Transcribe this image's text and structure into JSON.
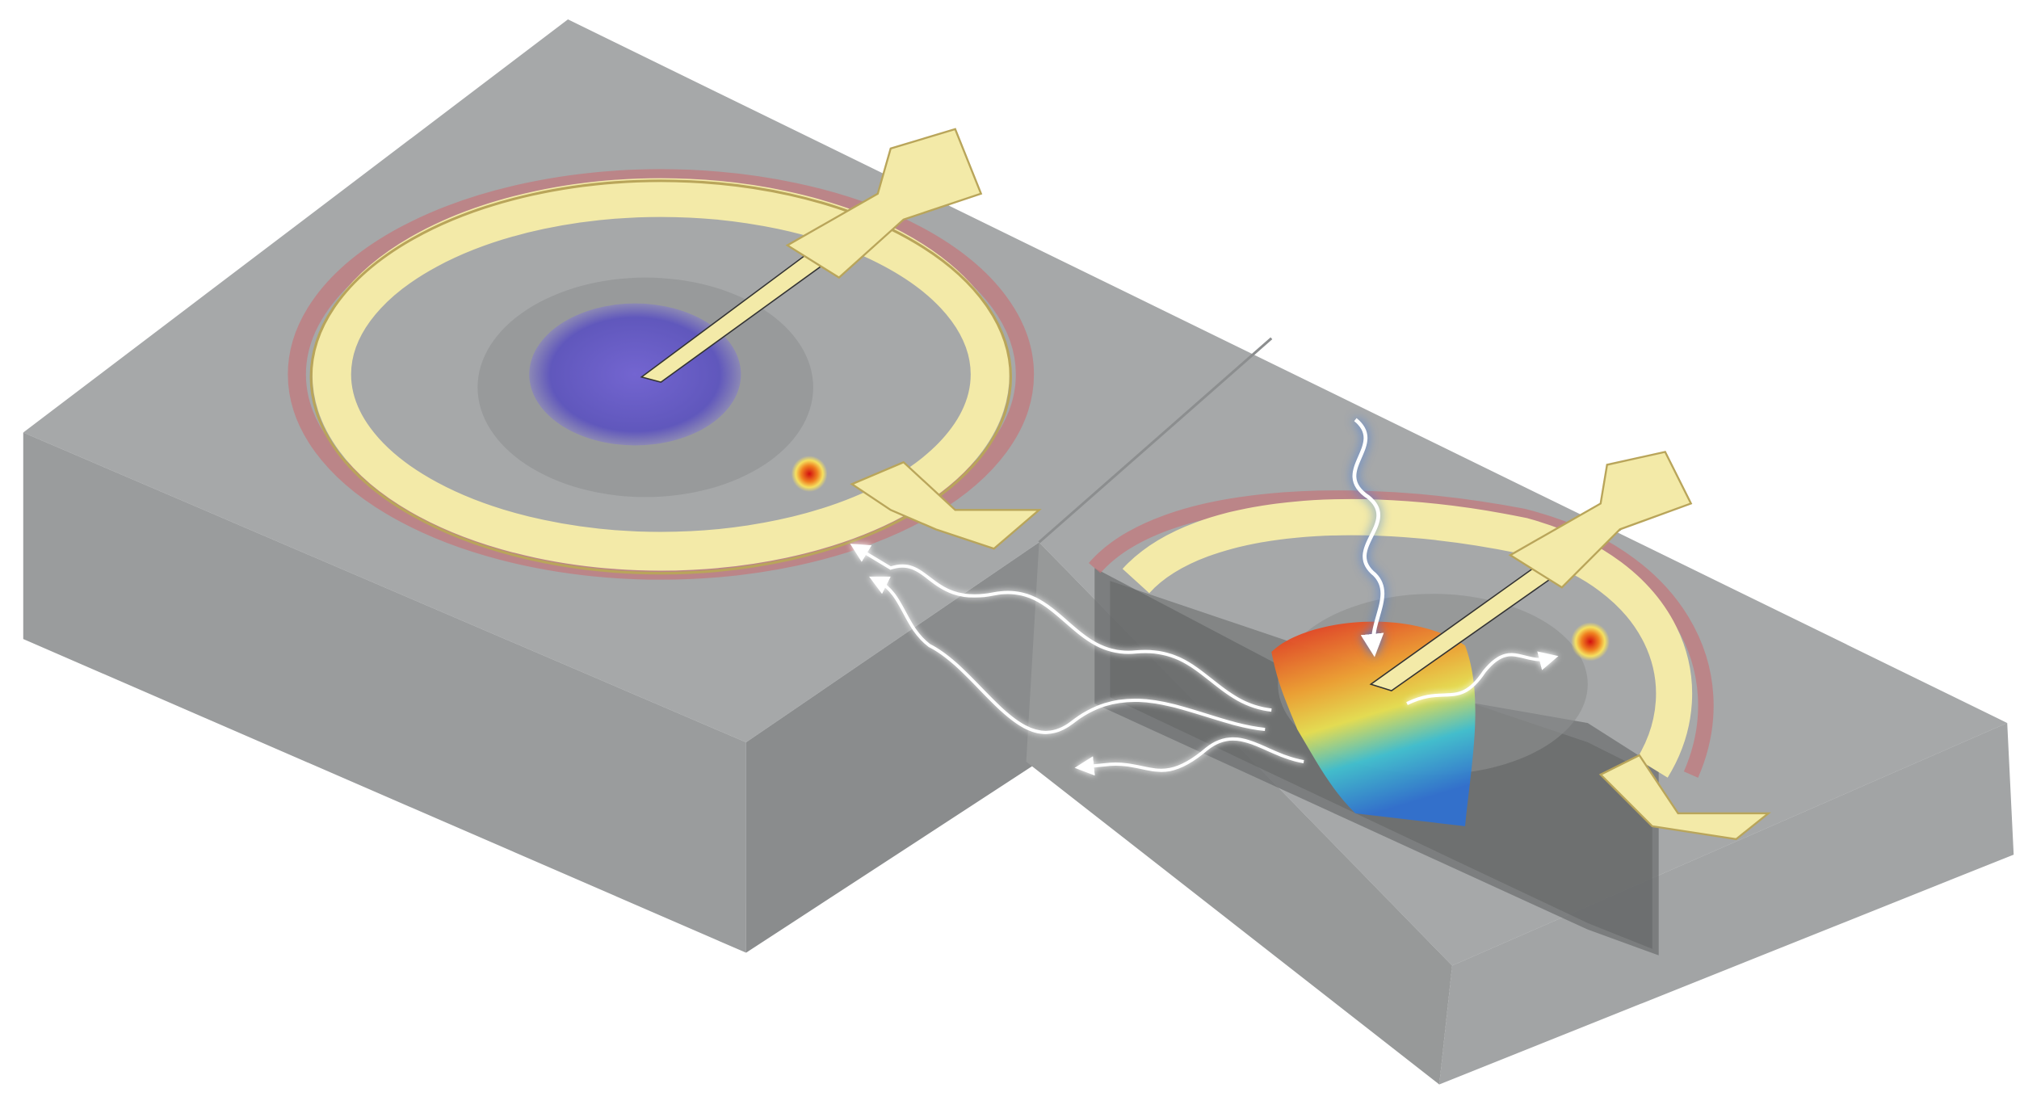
{
  "colors": {
    "background": "#ffffff",
    "substrate_top": "#a3a5a6",
    "substrate_side": "#8e9091",
    "substrate_dark": "#6f7172",
    "gold_electrode": "#f3eaa8",
    "gold_edge": "#b9a55a",
    "red_halo": "#c4767a",
    "purple_core": "#6a5ccc",
    "hot_spot": "#e0322a",
    "wave_white": "#ffffff",
    "wave_blue": "#3a7be8"
  },
  "icons": [
    "incident-wave-arrow",
    "emitted-wave-arrow",
    "field-heatmap",
    "hot-spot"
  ]
}
